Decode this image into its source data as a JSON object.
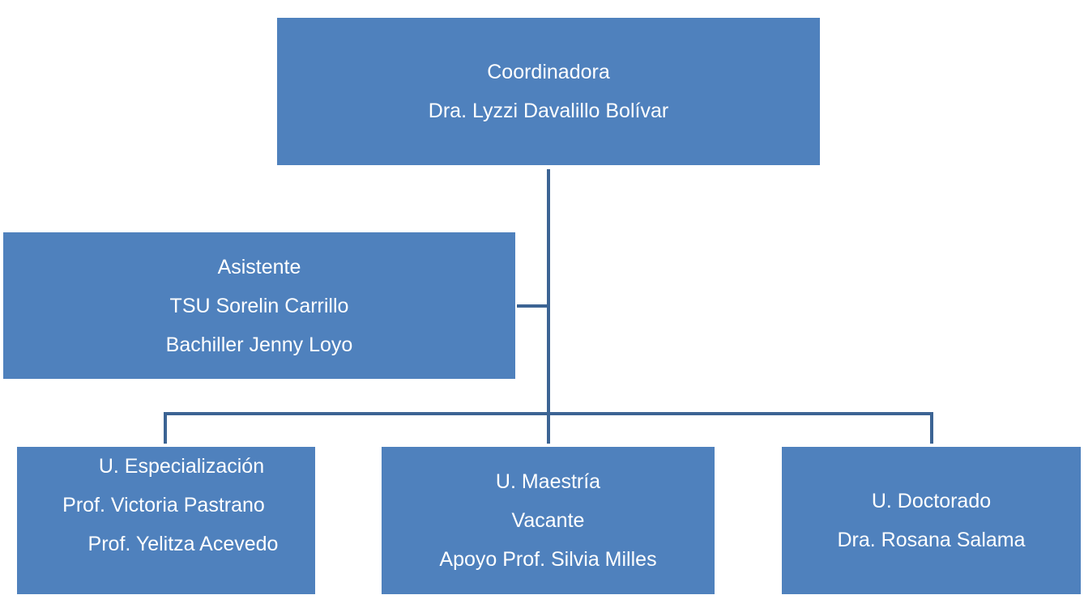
{
  "nodes": {
    "coordinadora": {
      "lines": [
        "Coordinadora",
        "Dra. Lyzzi Davalillo Bolívar"
      ]
    },
    "asistente": {
      "lines": [
        "Asistente",
        "TSU Sorelin Carrillo",
        "Bachiller Jenny Loyo"
      ]
    },
    "especializacion": {
      "lines": [
        "U. Especialización",
        "Prof. Victoria Pastrano",
        "Prof. Yelitza Acevedo"
      ]
    },
    "maestria": {
      "lines": [
        "U. Maestría",
        "Vacante",
        "Apoyo Prof. Silvia Milles"
      ]
    },
    "doctorado": {
      "lines": [
        "U. Doctorado",
        "Dra. Rosana Salama"
      ]
    }
  },
  "colors": {
    "box_fill": "#4f81bd",
    "connector": "#3c6494",
    "text": "#ffffff"
  }
}
